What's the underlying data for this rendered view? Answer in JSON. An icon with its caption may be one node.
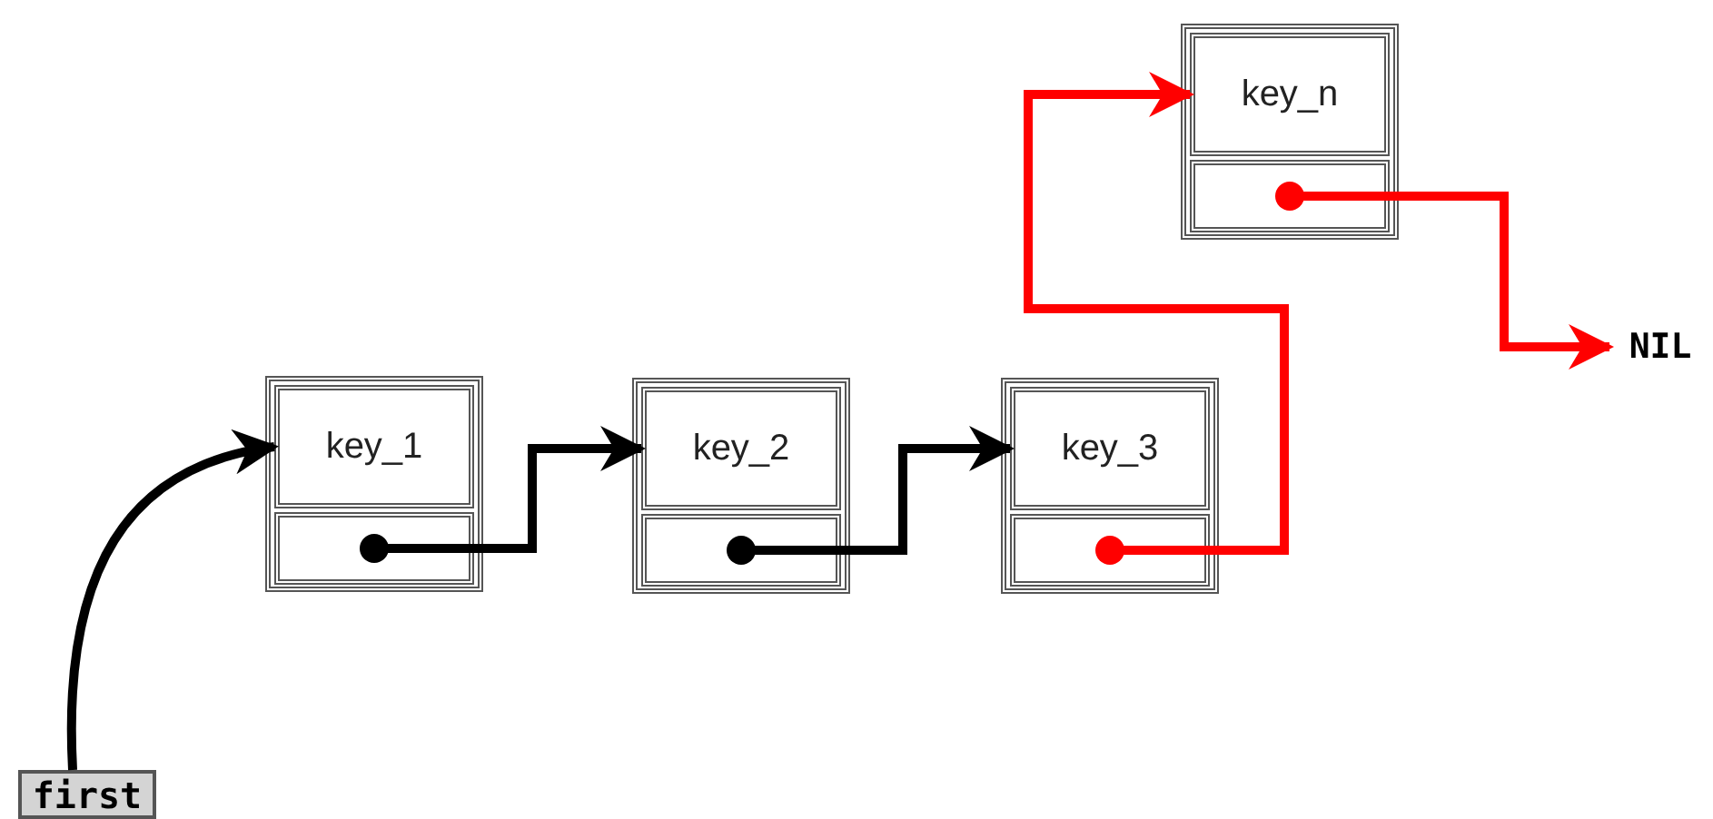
{
  "diagram": {
    "nodes": [
      {
        "text": [
          "first"
        ]
      },
      {
        "text": [],
        "shape": "box"
      },
      {
        "text": [
          "key_1"
        ],
        "in": 1
      },
      {
        "text": [],
        "shape": "box",
        "in": 1
      },
      {
        "text": [],
        "shape": "box"
      },
      {
        "text": [
          "key_2"
        ],
        "in": 4
      },
      {
        "text": [],
        "shape": "box",
        "in": 4
      },
      {
        "text": [],
        "shape": "box"
      },
      {
        "text": [
          "key_3"
        ],
        "in": 7
      },
      {
        "text": [],
        "shape": "box",
        "in": 7
      },
      {
        "text": [],
        "shape": "box"
      },
      {
        "text": [
          "key_n"
        ],
        "in": 10
      },
      {
        "text": [],
        "shape": "box",
        "in": 10
      },
      {
        "text": [
          "NIL"
        ]
      }
    ],
    "edges": [
      {
        "from": 0,
        "to": 2,
        "arrow": "to"
      },
      {
        "from": 3,
        "to": 5,
        "arrow": "to"
      },
      {
        "from": 6,
        "to": 8,
        "arrow": "to"
      },
      {
        "from": 9,
        "to": 11,
        "arrow": "to",
        "color": "#ff0000"
      },
      {
        "from": 12,
        "to": 13,
        "arrow": "to",
        "color": "#ff0000"
      }
    ]
  }
}
